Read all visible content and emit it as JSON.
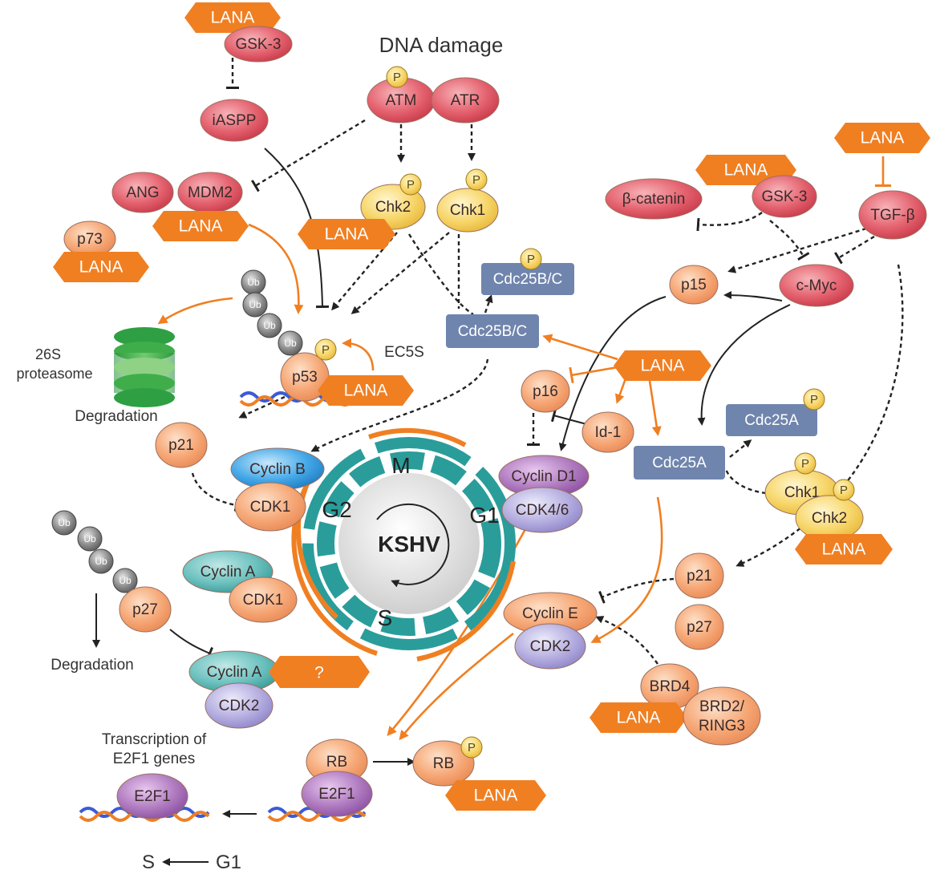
{
  "labels": {
    "dna_damage": "DNA damage",
    "proteasome_line1": "26S",
    "proteasome_line2": "proteasome",
    "degradation_top": "Degradation",
    "degradation_bottom": "Degradation",
    "ec5s": "EC5S",
    "transcription_line1": "Transcription of",
    "transcription_line2": "E2F1 genes",
    "s_to_g1_s": "S",
    "s_to_g1_g1": "G1",
    "question": "?"
  },
  "cycle": {
    "center": "KSHV",
    "M": "M",
    "G1": "G1",
    "S": "S",
    "G2": "G2"
  },
  "nodes": {
    "lana_top": "LANA",
    "gsk3_top": "GSK-3",
    "iaspp": "iASPP",
    "atm": "ATM",
    "atr": "ATR",
    "chk2": "Chk2",
    "chk1": "Chk1",
    "ang": "ANG",
    "mdm2": "MDM2",
    "lana_mdm2": "LANA",
    "p73": "p73",
    "lana_p73": "LANA",
    "lana_chk": "LANA",
    "ub": "Ub",
    "p53": "p53",
    "lana_p53": "LANA",
    "cdc25bc_p": "Cdc25B/C",
    "cdc25bc": "Cdc25B/C",
    "lana_tgf": "LANA",
    "tgfb": "TGF-β",
    "lana_gsk": "LANA",
    "gsk3_right": "GSK-3",
    "bcatenin": "β-catenin",
    "p15": "p15",
    "cmyc": "c-Myc",
    "lana_mid": "LANA",
    "p16": "p16",
    "id1": "Id-1",
    "cdc25a_p": "Cdc25A",
    "cdc25a": "Cdc25A",
    "chk1_r": "Chk1",
    "chk2_r": "Chk2",
    "lana_chk_r": "LANA",
    "p21_left": "p21",
    "cyclinb": "Cyclin B",
    "cdk1_b": "CDK1",
    "cyclind1": "Cyclin D1",
    "cdk46": "CDK4/6",
    "p27_left": "p27",
    "cyclina_top": "Cyclin A",
    "cdk1_a": "CDK1",
    "cyclina_bot": "Cyclin A",
    "cdk2_a": "CDK2",
    "p21_right": "p21",
    "p27_right": "p27",
    "cycline": "Cyclin E",
    "cdk2_e": "CDK2",
    "brd4": "BRD4",
    "lana_brd": "LANA",
    "brd2_line1": "BRD2/",
    "brd2_line2": "RING3",
    "rb_left": "RB",
    "e2f1_mid": "E2F1",
    "rb_right": "RB",
    "lana_rb": "LANA",
    "e2f1_left": "E2F1",
    "phospho": "P"
  },
  "colors": {
    "red_node": "#e4626f",
    "orange_lana": "#f07f22",
    "peach_node": "#f6a877",
    "yellow_node": "#f7d66a",
    "blue_box": "#7085ad",
    "teal_ring": "#2a9d9b",
    "purple_node": "#b07cc0",
    "lavender_node": "#b5aee0",
    "green_proteasome": "#3fae4a",
    "gray_ub": "#8a8a8a"
  }
}
